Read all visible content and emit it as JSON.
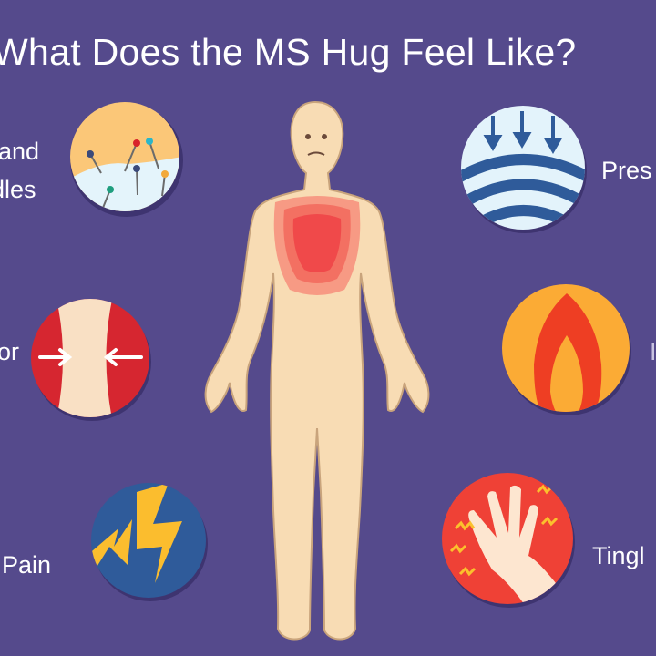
{
  "title": "What Does the MS Hug Feel Like?",
  "labels": {
    "pins_line1": "and",
    "pins_line2": "dles",
    "squeeze": "or",
    "pain": "Pain",
    "pressure": "Pres",
    "burning": "I",
    "tingling": "Tingl"
  },
  "colors": {
    "background": "#554a8c",
    "skin": "#f8dcb4",
    "chest_red": "#f0494a",
    "flame": "#ee3e23",
    "flame_bg": "#fbab35",
    "pressure_blue": "#2f5b9a"
  },
  "icons": [
    "pins-and-needles-icon",
    "squeezing-icon",
    "pain-lightning-icon",
    "pressure-icon",
    "burning-flame-icon",
    "tingling-hand-icon"
  ]
}
